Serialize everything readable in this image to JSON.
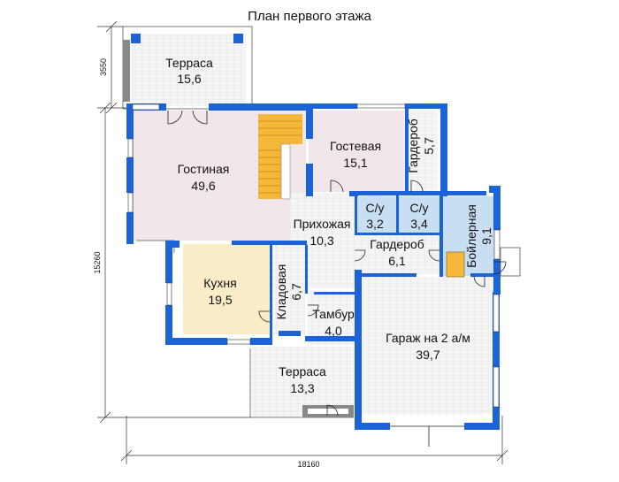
{
  "title": "План первого этажа",
  "colors": {
    "wall": "#1b63d6",
    "living": "#f1e6ea",
    "kitchen": "#fbecc8",
    "bath": "#c8dff3",
    "stairs": "#f5b83a",
    "floor_tile": "#eeeeee",
    "background": "#ffffff"
  },
  "rooms": {
    "terrace_top": {
      "name": "Терраса",
      "area": "15,6"
    },
    "living": {
      "name": "Гостиная",
      "area": "49,6"
    },
    "guest": {
      "name": "Гостевая",
      "area": "15,1"
    },
    "wardrobe_top": {
      "name": "Гардероб",
      "area": "5,7"
    },
    "hall": {
      "name": "Прихожая",
      "area": "10,3"
    },
    "wc1": {
      "name": "С/у",
      "area": "3,2"
    },
    "wc2": {
      "name": "С/у",
      "area": "3,4"
    },
    "boiler": {
      "name": "Бойлерная",
      "area": "9,1"
    },
    "wardrobe_mid": {
      "name": "Гардероб",
      "area": "6,1"
    },
    "kitchen": {
      "name": "Кухня",
      "area": "19,5"
    },
    "pantry": {
      "name": "Кладовая",
      "area": "6,7"
    },
    "vestibule": {
      "name": "Тамбур",
      "area": "4,0"
    },
    "garage": {
      "name": "Гараж на 2 а/м",
      "area": "39,7"
    },
    "terrace_bottom": {
      "name": "Терраса",
      "area": "13,3"
    }
  },
  "dimensions": {
    "terrace_depth": "3550",
    "total_depth": "15260",
    "total_width": "18160"
  }
}
